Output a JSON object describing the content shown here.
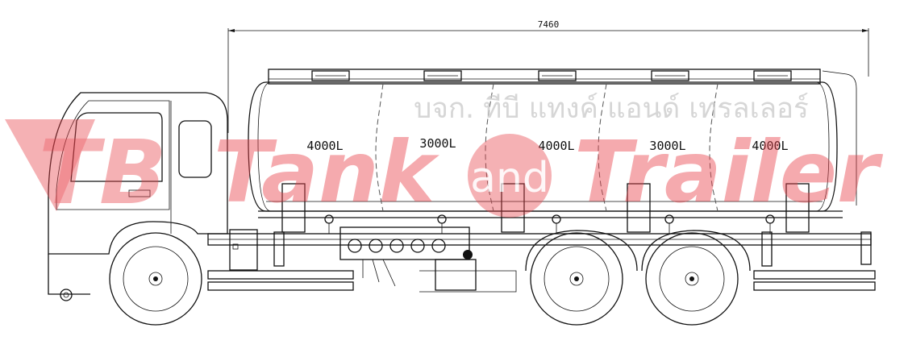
{
  "diagram": {
    "overall_length": "7460",
    "compartments": [
      {
        "capacity": "4000L"
      },
      {
        "capacity": "3000L"
      },
      {
        "capacity": "4000L"
      },
      {
        "capacity": "3000L"
      },
      {
        "capacity": "4000L"
      }
    ]
  },
  "watermark": {
    "company_thai": "บจก. ทีบี แทงค์ แอนด์ เทรลเลอร์",
    "word_tank": "Tank",
    "word_and": "and",
    "word_trailer": "Trailer",
    "logo_letters": "TB",
    "color": "#e8424b"
  }
}
